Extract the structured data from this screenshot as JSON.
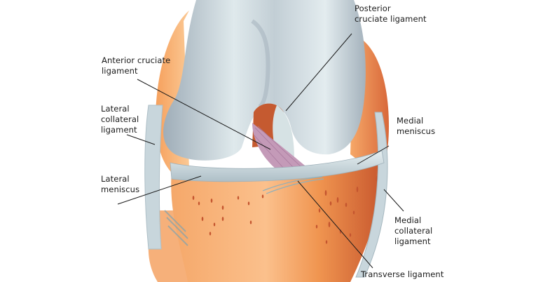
{
  "diagram": {
    "subject": "Knee joint anatomy (anterior view)",
    "labels": [
      {
        "id": "posterior-cruciate-ligament",
        "text": "Posterior\ncruciate ligament"
      },
      {
        "id": "anterior-cruciate-ligament",
        "text": "Anterior cruciate\nligament"
      },
      {
        "id": "lateral-collateral-ligament",
        "text": "Lateral\ncollateral\nligament"
      },
      {
        "id": "medial-meniscus",
        "text": "Medial\nmeniscus"
      },
      {
        "id": "lateral-meniscus",
        "text": "Lateral\nmeniscus"
      },
      {
        "id": "medial-collateral-ligament",
        "text": "Medial\ncollateral\nligament"
      },
      {
        "id": "transverse-ligament",
        "text": "Transverse ligament"
      }
    ],
    "colors": {
      "bone": "#b7c3cc",
      "bone_highlight": "#e4edf0",
      "tibia": "#f39a55",
      "tibia_dark": "#c95a30",
      "cartilage_orange": "#f3a060",
      "ligament": "#c5d6dc",
      "acl": "#c49ab8",
      "leader_line": "#1a1a1a"
    }
  }
}
